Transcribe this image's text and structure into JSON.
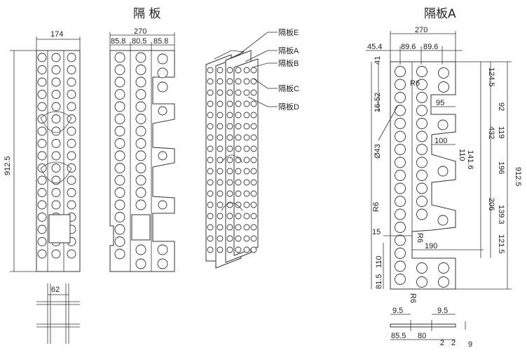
{
  "titles": {
    "left": "隔 板",
    "right": "隔板A"
  },
  "front_view": {
    "width": "174",
    "height": "912.5"
  },
  "side_view": {
    "overall": "270",
    "segments": [
      "85.8",
      "80.5",
      "85.8"
    ]
  },
  "section": {
    "width": "62"
  },
  "iso_labels": [
    "隔板E",
    "隔板A",
    "隔板B",
    "隔板C",
    "隔板D"
  ],
  "plate_a": {
    "top": "270",
    "top_segments": [
      "45.4",
      "89.6",
      "89.6"
    ],
    "left_dims": [
      "41",
      "16-52",
      "Ø43"
    ],
    "r_labels": [
      "R6",
      "R6",
      "R6",
      "R6"
    ],
    "inner": [
      "95",
      "100",
      "141.6",
      "110",
      "190",
      "15",
      "110",
      "81.5"
    ],
    "right_dims": [
      "124.5",
      "92",
      "119",
      "432",
      "196",
      "206",
      "139.3",
      "121.5"
    ],
    "overall": "912.5"
  },
  "bottom_detail": {
    "labels": [
      "9.5",
      "9.5",
      "85.5",
      "80",
      "2",
      "2",
      "9"
    ]
  }
}
